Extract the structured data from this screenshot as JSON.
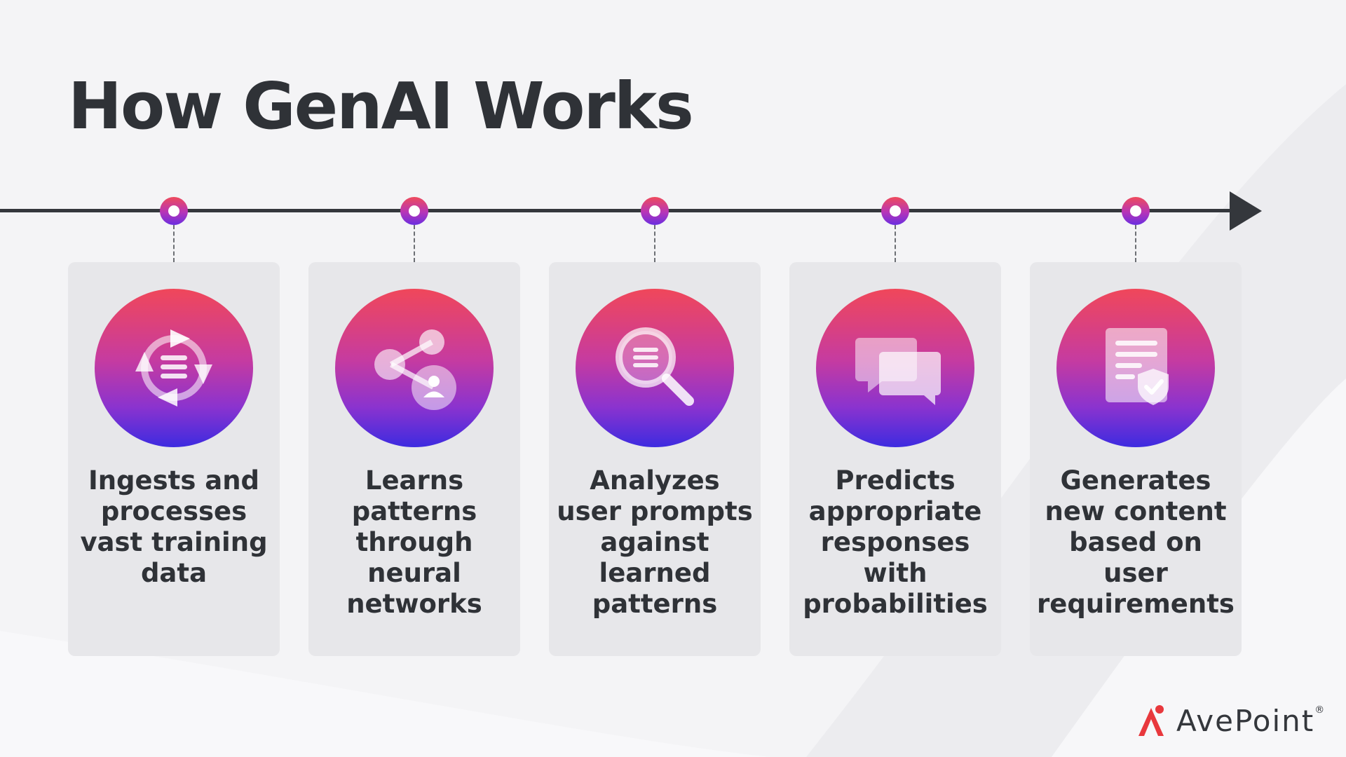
{
  "title": "How GenAI Works",
  "colors": {
    "gradient_top": "#f0475a",
    "gradient_mid": "#c63ba0",
    "gradient_bottom": "#3d2be0",
    "timeline": "#34373c",
    "card_bg": "#e7e7ea",
    "logo_red": "#e8383d"
  },
  "steps": [
    {
      "icon": "cycle-data-icon",
      "text": "Ingests and processes vast training data"
    },
    {
      "icon": "neural-share-user-icon",
      "text": "Learns patterns through neural networks"
    },
    {
      "icon": "magnifier-search-icon",
      "text": "Analyzes user prompts against learned patterns"
    },
    {
      "icon": "chat-bubbles-icon",
      "text": "Predicts appropriate responses with probabilities"
    },
    {
      "icon": "document-shield-check-icon",
      "text": "Generates new content based on user requirements"
    }
  ],
  "logo": {
    "text": "AvePoint",
    "trademark": "®"
  }
}
